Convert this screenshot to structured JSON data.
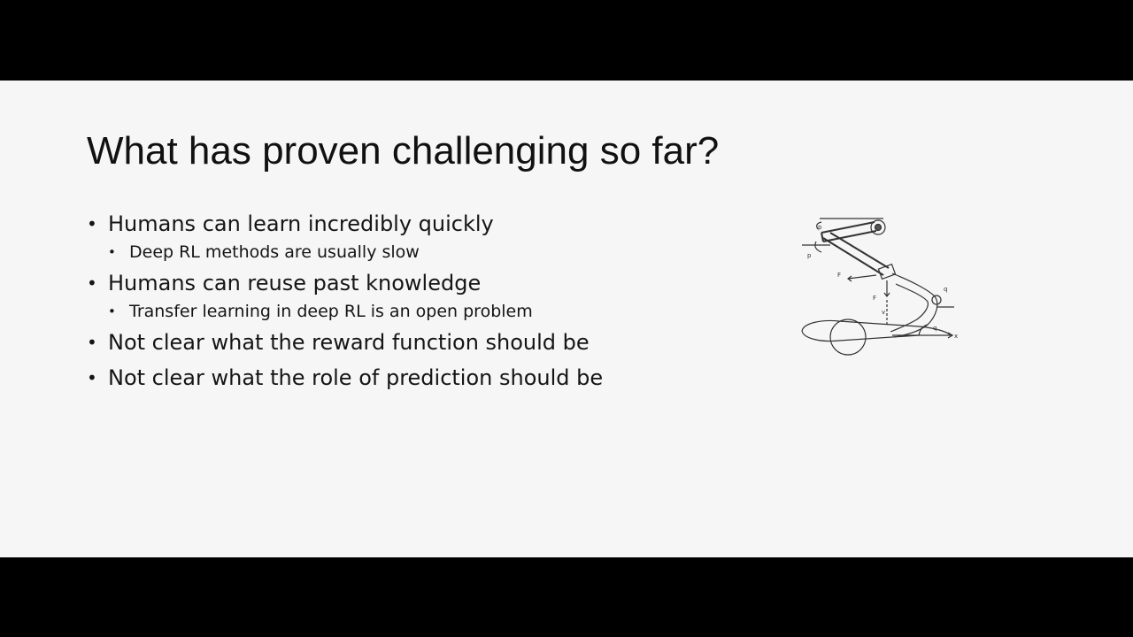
{
  "slide": {
    "title": "What has proven challenging so far?",
    "bullets": [
      {
        "text": "Humans can learn incredibly quickly",
        "sub": [
          "Deep RL methods are usually slow"
        ]
      },
      {
        "text": "Humans can reuse past knowledge",
        "sub": [
          "Transfer learning in deep RL is an open problem"
        ]
      },
      {
        "text": "Not clear what the reward function should be",
        "sub": []
      },
      {
        "text": "Not clear what the role of prediction should be",
        "sub": []
      }
    ]
  },
  "figure": {
    "icon": "robot-arm-diagram-icon"
  },
  "colors": {
    "background": "#000000",
    "slide": "#f6f6f6",
    "text": "#111111"
  }
}
